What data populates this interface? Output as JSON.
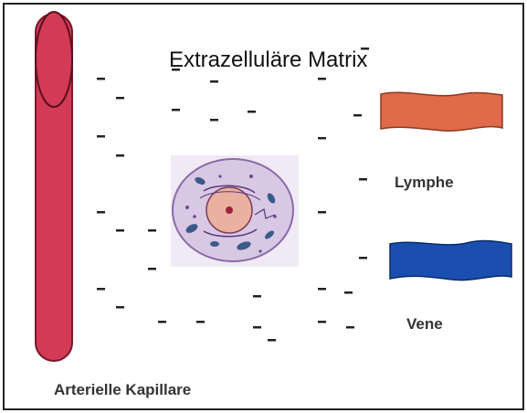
{
  "title": "Extrazelluläre Matrix",
  "labels": {
    "lymph": "Lymphe",
    "vein": "Vene",
    "capillary": "Arterielle Kapillare"
  },
  "colors": {
    "capillary": "#d33a55",
    "lymph": "#e06a4a",
    "vein": "#1a4fb0",
    "cell": "#d9c8e4",
    "nucleus": "#eab0a0",
    "organelle": "#3a5a8a"
  },
  "icons": {
    "cell": "cell-illustration-icon"
  },
  "negative_charge_symbol": "–"
}
